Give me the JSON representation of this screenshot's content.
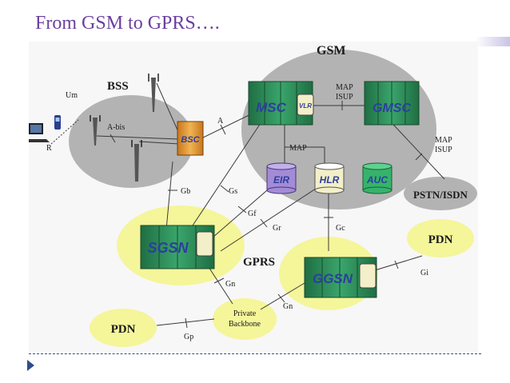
{
  "slide": {
    "title": "From GSM to GPRS…."
  },
  "regions": {
    "bss": "BSS",
    "gsm": "GSM",
    "gprs": "GPRS",
    "pstn": "PSTN/ISDN",
    "pdn_right": "PDN",
    "pdn_left": "PDN",
    "backbone_line1": "Private",
    "backbone_line2": "Backbone"
  },
  "nodes": {
    "msc": "MSC",
    "vlr": "VLR",
    "gmsc": "GMSC",
    "bsc": "BSC",
    "eir": "EIR",
    "hlr": "HLR",
    "auc": "AUC",
    "sgsn": "SGSN",
    "ggsn": "GGSN"
  },
  "interfaces": {
    "um": "Um",
    "abis": "A-bis",
    "r": "R",
    "a": "A",
    "map_isup_top_1": "MAP",
    "map_isup_top_2": "ISUP",
    "map_isup_right_1": "MAP",
    "map_isup_right_2": "ISUP",
    "map_mid": "MAP",
    "gb": "Gb",
    "gs": "Gs",
    "gf": "Gf",
    "gr": "Gr",
    "gc": "Gc",
    "gn_left": "Gn",
    "gn_right": "Gn",
    "gi": "Gi",
    "gp": "Gp"
  },
  "colors": {
    "title": "#6b3fa0",
    "grey_region": "#b3b3b3",
    "yellow_region": "#f5f59a",
    "switch_green": "#2e8b57",
    "switch_text_blue": "#2b3f9e",
    "bsc_orange": "#e8a33c",
    "eir_purple": "#a38bd6",
    "hlr_cream": "#f3efc8",
    "auc_green": "#36b36b"
  }
}
